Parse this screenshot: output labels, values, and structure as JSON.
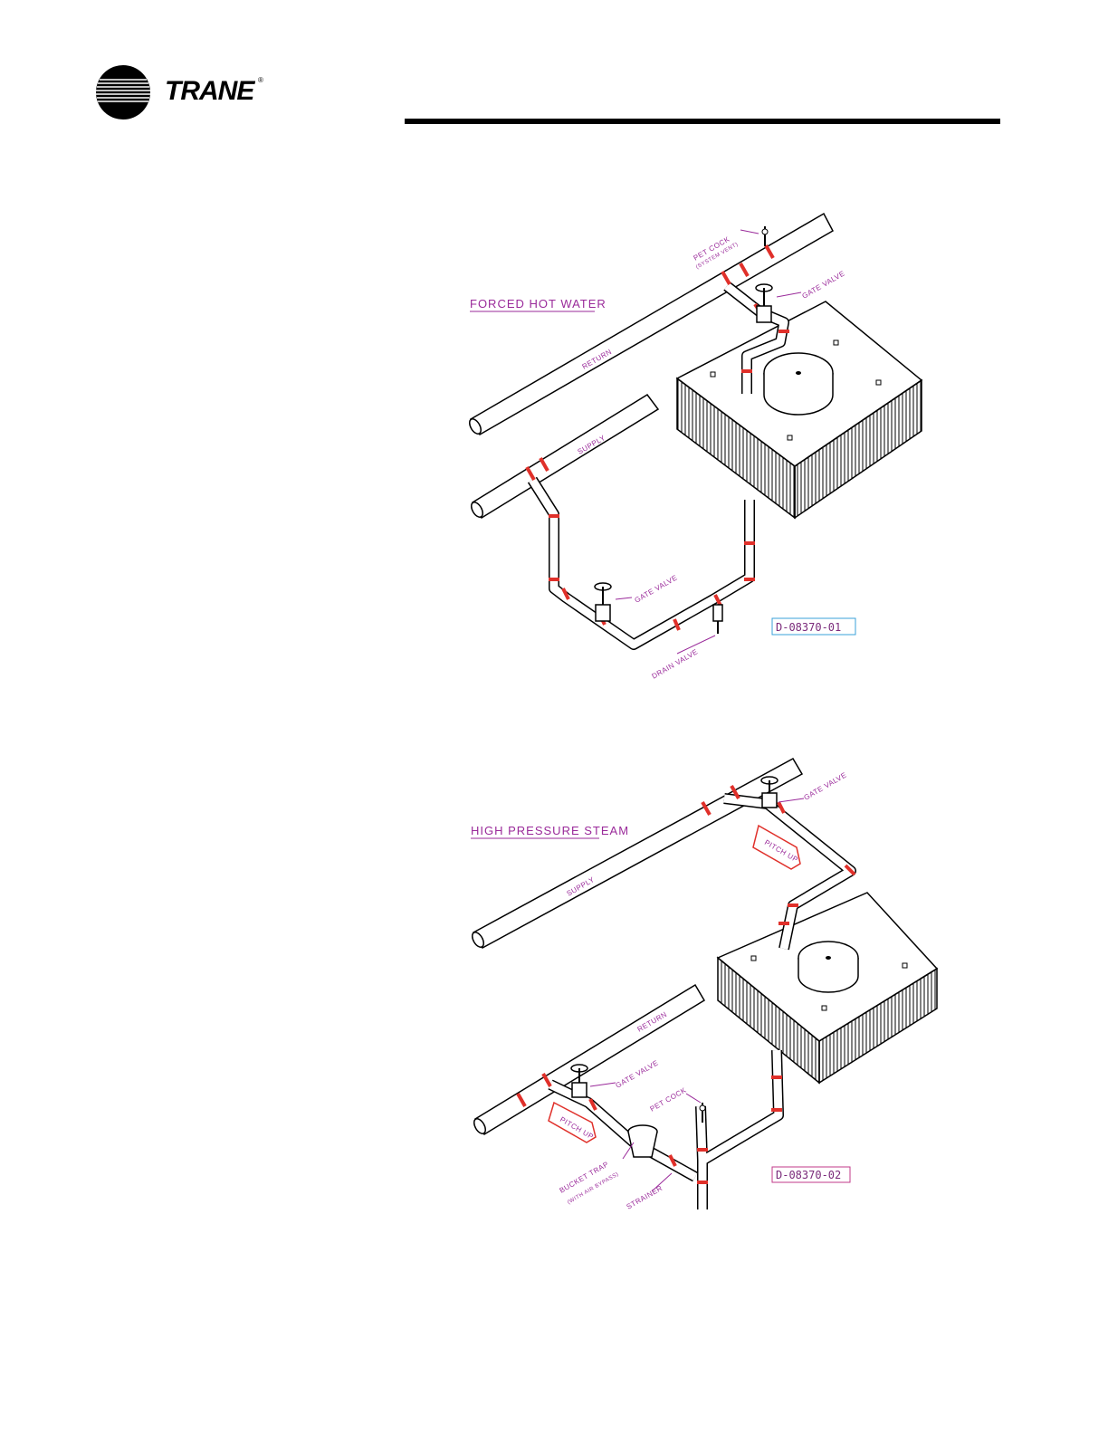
{
  "brand": {
    "name": "TRANE",
    "mark": "®"
  },
  "diagram1": {
    "title": "FORCED HOT WATER",
    "labels": {
      "return": "RETURN",
      "supply": "SUPPLY",
      "pet_cock": "PET COCK",
      "system_vent": "(SYSTEM VENT)",
      "gate_valve_top": "GATE VALVE",
      "gate_valve_bottom": "GATE VALVE",
      "drain_valve": "DRAIN VALVE"
    },
    "code": "D-08370-01"
  },
  "diagram2": {
    "title": "HIGH PRESSURE STEAM",
    "labels": {
      "supply": "SUPPLY",
      "return": "RETURN",
      "gate_valve_top": "GATE VALVE",
      "gate_valve_bottom": "GATE VALVE",
      "pitch_up_top": "PITCH UP",
      "pitch_up_bottom": "PITCH UP",
      "pet_cock": "PET COCK",
      "bucket_trap": "BUCKET TRAP",
      "with_air_bypass": "(WITH AIR BYPASS)",
      "strainer": "STRAINER"
    },
    "code": "D-08370-02"
  },
  "colors": {
    "pipe_joint": "#e0302a",
    "label": "#9a2a9a",
    "code_box": "#3aa0d8",
    "code_box_2": "#c03a8a"
  }
}
